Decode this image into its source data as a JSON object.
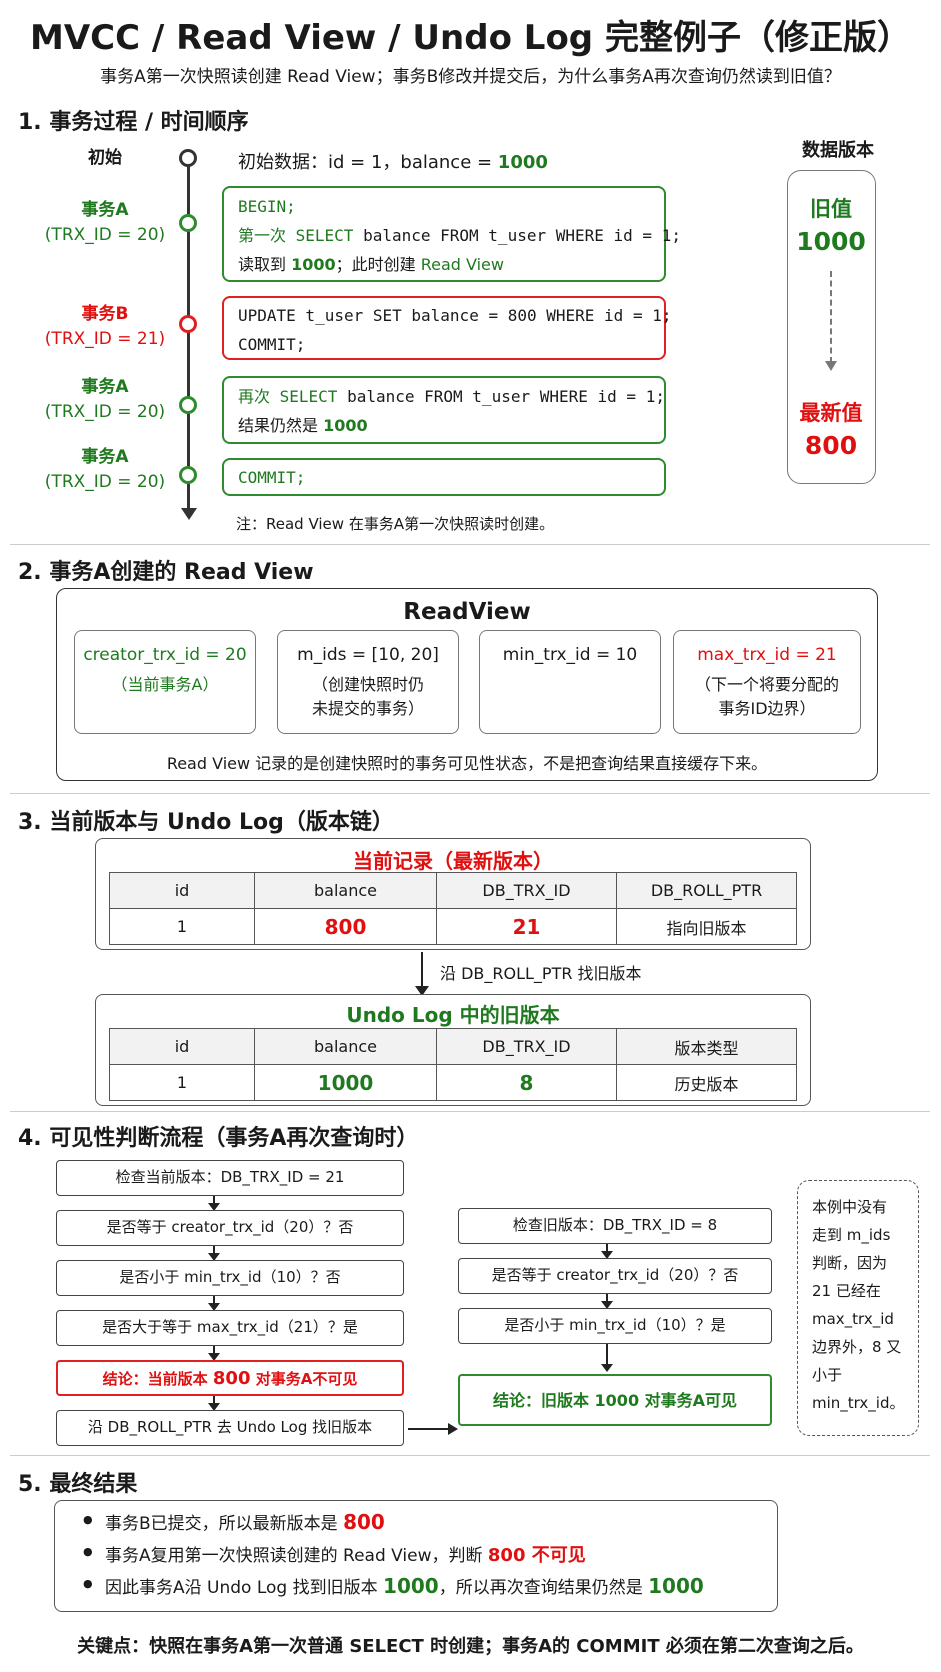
{
  "title": "MVCC / Read View / Undo Log 完整例子（修正版）",
  "subtitle": "事务A第一次快照读创建 Read View；事务B修改并提交后，为什么事务A再次查询仍然读到旧值？",
  "section1": {
    "title": "1. 事务过程 / 时间顺序",
    "initial_label": "初始",
    "initial_data_prefix": "初始数据：id = 1，balance = ",
    "initial_value": "1000",
    "steps": [
      {
        "who": "事务A",
        "trx": "(TRX_ID = 20)"
      },
      {
        "who": "事务B",
        "trx": "(TRX_ID = 21)"
      },
      {
        "who": "事务A",
        "trx": "(TRX_ID = 20)"
      },
      {
        "who": "事务A",
        "trx": "(TRX_ID = 20)"
      }
    ],
    "box1": {
      "line1": "BEGIN;",
      "line2_a": "第一次 SELECT",
      "line2_b": " balance FROM t_user WHERE id = 1;",
      "line3_a": "读取到 ",
      "line3_b": "1000",
      "line3_c": "；此时创建 ",
      "line3_d": "Read View"
    },
    "box2": {
      "line1": "UPDATE t_user SET balance = 800 WHERE id = 1;",
      "line2": "COMMIT;"
    },
    "box3": {
      "line1_a": "再次 SELECT",
      "line1_b": " balance FROM t_user WHERE id = 1;",
      "line2_a": "结果仍然是 ",
      "line2_b": "1000"
    },
    "box4": {
      "line1": "COMMIT;"
    },
    "note": "注：Read View 在事务A第一次快照读时创建。",
    "versions": {
      "title": "数据版本",
      "old_label": "旧值",
      "old_value": "1000",
      "new_label": "最新值",
      "new_value": "800"
    }
  },
  "section2": {
    "title": "2. 事务A创建的 Read View",
    "box_title": "ReadView",
    "cells": [
      {
        "main": "creator_trx_id = 20",
        "sub1": "（当前事务A）",
        "sub2": ""
      },
      {
        "main": "m_ids = [10, 20]",
        "sub1": "（创建快照时仍",
        "sub2": "未提交的事务）"
      },
      {
        "main": "min_trx_id = 10",
        "sub1": "",
        "sub2": ""
      },
      {
        "main": "max_trx_id = 21",
        "sub1": "（下一个将要分配的",
        "sub2": "事务ID边界）"
      }
    ],
    "note": "Read View 记录的是创建快照时的事务可见性状态，不是把查询结果直接缓存下来。"
  },
  "section3": {
    "title": "3. 当前版本与 Undo Log（版本链）",
    "current": {
      "title": "当前记录（最新版本）",
      "headers": [
        "id",
        "balance",
        "DB_TRX_ID",
        "DB_ROLL_PTR"
      ],
      "row": [
        "1",
        "800",
        "21",
        "指向旧版本"
      ]
    },
    "arrow_label": "沿 DB_ROLL_PTR 找旧版本",
    "undo": {
      "title": "Undo Log 中的旧版本",
      "headers": [
        "id",
        "balance",
        "DB_TRX_ID",
        "版本类型"
      ],
      "row": [
        "1",
        "1000",
        "8",
        "历史版本"
      ]
    }
  },
  "section4": {
    "title": "4. 可见性判断流程（事务A再次查询时）",
    "left": [
      "检查当前版本：DB_TRX_ID = 21",
      "是否等于 creator_trx_id（20）？否",
      "是否小于 min_trx_id（10）？否",
      "是否大于等于 max_trx_id（21）？是"
    ],
    "left_conclusion_a": "结论：当前版本 ",
    "left_conclusion_b": "800",
    "left_conclusion_c": " 对事务A不可见",
    "left_last": "沿 DB_ROLL_PTR 去 Undo Log 找旧版本",
    "right": [
      "检查旧版本：DB_TRX_ID = 8",
      "是否等于 creator_trx_id（20）？否",
      "是否小于 min_trx_id（10）？是"
    ],
    "right_conclusion": "结论：旧版本 1000 对事务A可见",
    "side_note": [
      "本例中没有",
      "走到 m_ids",
      "判断，因为",
      "21 已经在",
      "max_trx_id",
      "边界外，8 又",
      "小于",
      "min_trx_id。"
    ]
  },
  "section5": {
    "title": "5. 最终结果",
    "b1_a": "事务B已提交，所以最新版本是 ",
    "b1_b": "800",
    "b2_a": "事务A复用第一次快照读创建的 Read View，判断 ",
    "b2_b": "800 不可见",
    "b3_a": "因此事务A沿 Undo Log 找到旧版本 ",
    "b3_b": "1000",
    "b3_c": "，所以再次查询结果仍然是 ",
    "b3_d": "1000"
  },
  "key_point": "关键点：快照在事务A第一次普通 SELECT 时创建；事务A的 COMMIT 必须在第二次查询之后。"
}
